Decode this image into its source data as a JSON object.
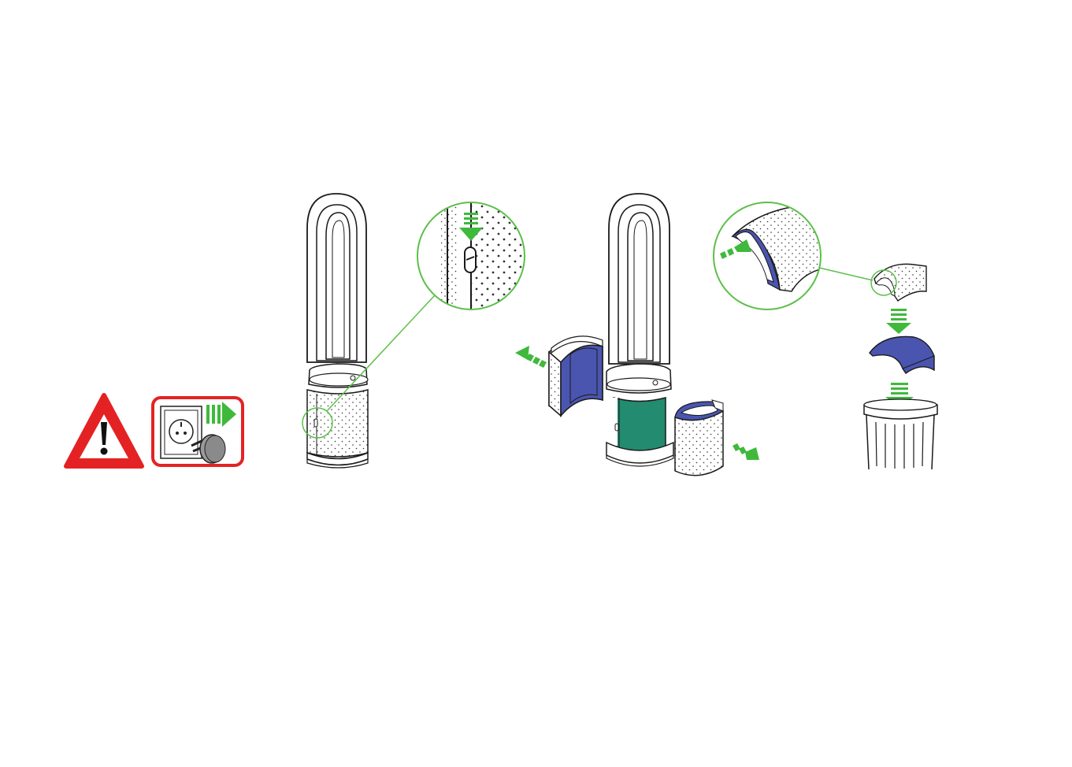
{
  "diagram": {
    "steps": [
      {
        "id": "warning",
        "icons": [
          "warning-triangle-icon",
          "unplug-socket-icon"
        ]
      },
      {
        "id": "press-release-button",
        "icons": [
          "tower-purifier-icon",
          "zoom-circle-icon",
          "release-button-icon",
          "down-arrow-icon"
        ]
      },
      {
        "id": "remove-filter-shrouds",
        "icons": [
          "tower-purifier-icon",
          "filter-shroud-icon",
          "outward-arrow-icon"
        ]
      },
      {
        "id": "discard-filter",
        "icons": [
          "zoom-circle-icon",
          "filter-half-icon",
          "filter-insert-icon",
          "trash-bin-icon",
          "down-arrow-icon"
        ]
      }
    ]
  },
  "colors": {
    "warning_red": "#e42224",
    "arrow_green": "#3fb93b",
    "filter_blue": "#4a55b0",
    "carbon_green": "#238b6f",
    "line": "#1a1a1a",
    "zoom_line": "#5cbf4a"
  }
}
